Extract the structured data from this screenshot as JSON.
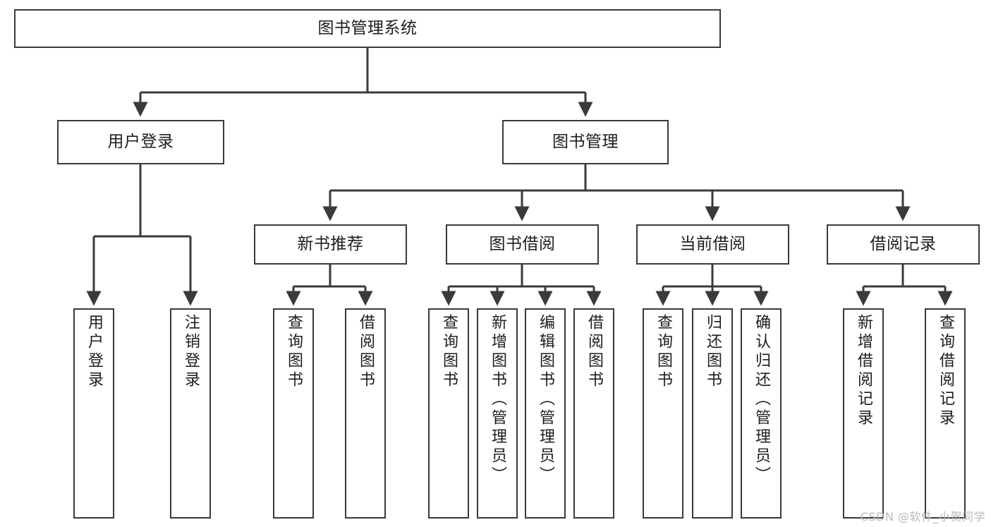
{
  "diagram": {
    "title": "图书管理系统",
    "watermark": "CSDN @软件_小贺同学",
    "colors": {
      "background": "#ffffff",
      "stroke": "#3a3a3a",
      "text": "#1d1d1d",
      "watermark": "#b9b9b9"
    },
    "nodes": {
      "root": {
        "label": "图书管理系统"
      },
      "level2": [
        {
          "id": "user-login",
          "label": "用户登录"
        },
        {
          "id": "book-manage",
          "label": "图书管理"
        }
      ],
      "level3": [
        {
          "id": "new-book-recommend",
          "label": "新书推荐"
        },
        {
          "id": "book-borrow",
          "label": "图书借阅"
        },
        {
          "id": "current-borrow",
          "label": "当前借阅"
        },
        {
          "id": "borrow-record",
          "label": "借阅记录"
        }
      ],
      "leaves": {
        "user_login": [
          {
            "id": "leaf-user-login",
            "label": "用户登录"
          },
          {
            "id": "leaf-logout-login",
            "label": "注销登录"
          }
        ],
        "new_book_recommend": [
          {
            "id": "leaf-query-book-1",
            "label": "查询图书"
          },
          {
            "id": "leaf-borrow-book-1",
            "label": "借阅图书"
          }
        ],
        "book_borrow": [
          {
            "id": "leaf-query-book-2",
            "label": "查询图书"
          },
          {
            "id": "leaf-add-book",
            "label": "新增图书（管理员）"
          },
          {
            "id": "leaf-edit-book",
            "label": "编辑图书（管理员）"
          },
          {
            "id": "leaf-borrow-book-2",
            "label": "借阅图书"
          }
        ],
        "current_borrow": [
          {
            "id": "leaf-query-book-3",
            "label": "查询图书"
          },
          {
            "id": "leaf-return-book",
            "label": "归还图书"
          },
          {
            "id": "leaf-confirm-return",
            "label": "确认归还（管理员）"
          }
        ],
        "borrow_record": [
          {
            "id": "leaf-add-record",
            "label": "新增借阅记录"
          },
          {
            "id": "leaf-query-record",
            "label": "查询借阅记录"
          }
        ]
      }
    }
  }
}
